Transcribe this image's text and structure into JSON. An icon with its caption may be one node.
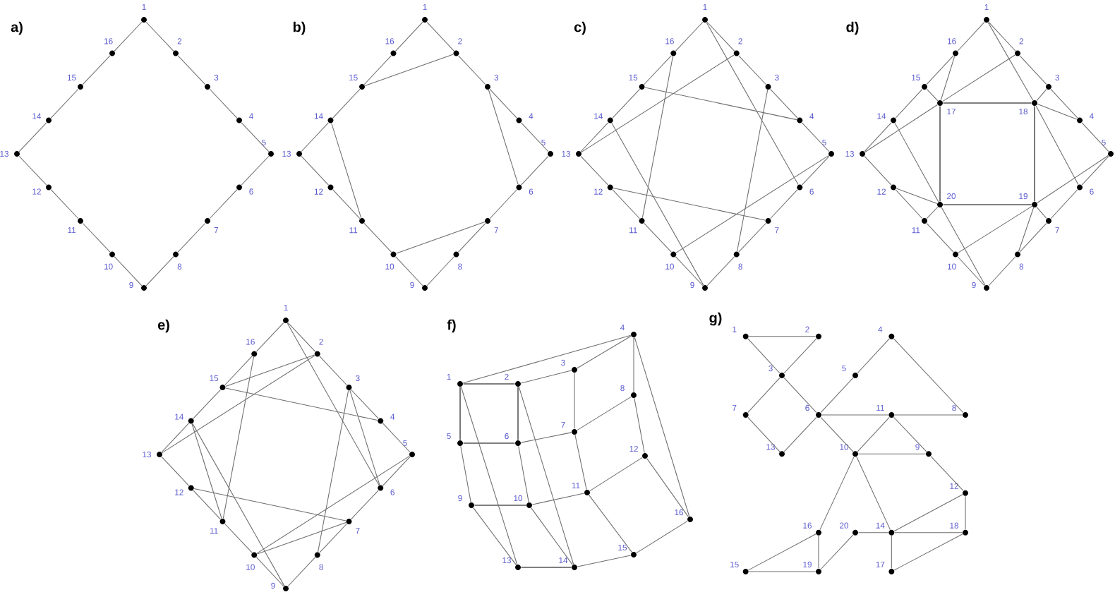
{
  "diagram": {
    "nodes": [
      {
        "text": [],
        "shape": "circle",
        "beside": [
          "1"
        ]
      },
      {
        "text": [],
        "shape": "circle",
        "beside": [
          "2"
        ]
      },
      {
        "text": [],
        "shape": "circle",
        "beside": [
          "3"
        ]
      },
      {
        "text": [],
        "shape": "circle",
        "beside": [
          "4"
        ]
      },
      {
        "text": [],
        "shape": "circle",
        "beside": [
          "5"
        ]
      },
      {
        "text": [],
        "shape": "circle",
        "beside": [
          "6"
        ]
      },
      {
        "text": [],
        "shape": "circle",
        "beside": [
          "7"
        ]
      },
      {
        "text": [],
        "shape": "circle",
        "beside": [
          "8"
        ]
      },
      {
        "text": [],
        "shape": "circle",
        "beside": [
          "9"
        ]
      },
      {
        "text": [],
        "shape": "circle",
        "beside": [
          "10"
        ]
      },
      {
        "text": [],
        "shape": "circle",
        "beside": [
          "11"
        ]
      },
      {
        "text": [],
        "shape": "circle",
        "beside": [
          "12"
        ]
      },
      {
        "text": [],
        "shape": "circle",
        "beside": [
          "13"
        ]
      },
      {
        "text": [],
        "shape": "circle",
        "beside": [
          "14"
        ]
      },
      {
        "text": [],
        "shape": "circle",
        "beside": [
          "15"
        ]
      },
      {
        "text": [],
        "shape": "circle",
        "beside": [
          "16"
        ]
      },
      {
        "text": [],
        "shape": "circle",
        "beside": [
          "1"
        ]
      },
      {
        "text": [],
        "shape": "circle",
        "beside": [
          "2"
        ]
      },
      {
        "text": [],
        "shape": "circle",
        "beside": [
          "3"
        ]
      },
      {
        "text": [],
        "shape": "circle",
        "beside": [
          "4"
        ]
      },
      {
        "text": [],
        "shape": "circle",
        "beside": [
          "5"
        ]
      },
      {
        "text": [],
        "shape": "circle",
        "beside": [
          "6"
        ]
      },
      {
        "text": [],
        "shape": "circle",
        "beside": [
          "7"
        ]
      },
      {
        "text": [],
        "shape": "circle",
        "beside": [
          "8"
        ]
      },
      {
        "text": [],
        "shape": "circle",
        "beside": [
          "9"
        ]
      },
      {
        "text": [],
        "shape": "circle",
        "beside": [
          "10"
        ]
      },
      {
        "text": [],
        "shape": "circle",
        "beside": [
          "11"
        ]
      },
      {
        "text": [],
        "shape": "circle",
        "beside": [
          "12"
        ]
      },
      {
        "text": [],
        "shape": "circle",
        "beside": [
          "13"
        ]
      },
      {
        "text": [],
        "shape": "circle",
        "beside": [
          "14"
        ]
      },
      {
        "text": [],
        "shape": "circle",
        "beside": [
          "15"
        ]
      },
      {
        "text": [],
        "shape": "circle",
        "beside": [
          "16"
        ]
      },
      {
        "text": [],
        "shape": "circle",
        "beside": [
          "1"
        ]
      },
      {
        "text": [],
        "shape": "circle",
        "beside": [
          "2"
        ]
      },
      {
        "text": [],
        "shape": "circle",
        "beside": [
          "3"
        ]
      },
      {
        "text": [],
        "shape": "circle",
        "beside": [
          "4"
        ]
      },
      {
        "text": [],
        "shape": "circle",
        "beside": [
          "5"
        ]
      },
      {
        "text": [],
        "shape": "circle",
        "beside": [
          "6"
        ]
      },
      {
        "text": [],
        "shape": "circle",
        "beside": [
          "7"
        ]
      },
      {
        "text": [],
        "shape": "circle",
        "beside": [
          "8"
        ]
      },
      {
        "text": [],
        "shape": "circle",
        "beside": [
          "9"
        ]
      },
      {
        "text": [],
        "shape": "circle",
        "beside": [
          "10"
        ]
      },
      {
        "text": [],
        "shape": "circle",
        "beside": [
          "11"
        ]
      },
      {
        "text": [],
        "shape": "circle",
        "beside": [
          "12"
        ]
      },
      {
        "text": [],
        "shape": "circle",
        "beside": [
          "13"
        ]
      },
      {
        "text": [],
        "shape": "circle",
        "beside": [
          "14"
        ]
      },
      {
        "text": [],
        "shape": "circle",
        "beside": [
          "15"
        ]
      },
      {
        "text": [],
        "shape": "circle",
        "beside": [
          "16"
        ]
      },
      {
        "text": [],
        "shape": "circle",
        "beside": [
          "1"
        ]
      },
      {
        "text": [],
        "shape": "circle",
        "beside": [
          "2"
        ]
      },
      {
        "text": [],
        "shape": "circle",
        "beside": [
          "3"
        ]
      },
      {
        "text": [],
        "shape": "circle",
        "beside": [
          "4"
        ]
      },
      {
        "text": [],
        "shape": "circle",
        "beside": [
          "5"
        ]
      },
      {
        "text": [],
        "shape": "circle",
        "beside": [
          "6"
        ]
      },
      {
        "text": [],
        "shape": "circle",
        "beside": [
          "7"
        ]
      },
      {
        "text": [],
        "shape": "circle",
        "beside": [
          "8"
        ]
      },
      {
        "text": [],
        "shape": "circle",
        "beside": [
          "9"
        ]
      },
      {
        "text": [],
        "shape": "circle",
        "beside": [
          "10"
        ]
      },
      {
        "text": [],
        "shape": "circle",
        "beside": [
          "11"
        ]
      },
      {
        "text": [],
        "shape": "circle",
        "beside": [
          "12"
        ]
      },
      {
        "text": [],
        "shape": "circle",
        "beside": [
          "13"
        ]
      },
      {
        "text": [],
        "shape": "circle",
        "beside": [
          "14"
        ]
      },
      {
        "text": [],
        "shape": "circle",
        "beside": [
          "15"
        ]
      },
      {
        "text": [],
        "shape": "circle",
        "beside": [
          "16"
        ]
      },
      {
        "text": [],
        "shape": "circle",
        "beside": [
          "17"
        ]
      },
      {
        "text": [],
        "shape": "circle",
        "beside": [
          "18"
        ]
      },
      {
        "text": [],
        "shape": "circle",
        "beside": [
          "19"
        ]
      },
      {
        "text": [],
        "shape": "circle",
        "beside": [
          "20"
        ]
      },
      {
        "text": [],
        "shape": "circle",
        "beside": [
          "1"
        ]
      },
      {
        "text": [],
        "shape": "circle",
        "beside": [
          "2"
        ]
      },
      {
        "text": [],
        "shape": "circle",
        "beside": [
          "3"
        ]
      },
      {
        "text": [],
        "shape": "circle",
        "beside": [
          "4"
        ]
      },
      {
        "text": [],
        "shape": "circle",
        "beside": [
          "5"
        ]
      },
      {
        "text": [],
        "shape": "circle",
        "beside": [
          "6"
        ]
      },
      {
        "text": [],
        "shape": "circle",
        "beside": [
          "7"
        ]
      },
      {
        "text": [],
        "shape": "circle",
        "beside": [
          "8"
        ]
      },
      {
        "text": [],
        "shape": "circle",
        "beside": [
          "9"
        ]
      },
      {
        "text": [],
        "shape": "circle",
        "beside": [
          "10"
        ]
      },
      {
        "text": [],
        "shape": "circle",
        "beside": [
          "11"
        ]
      },
      {
        "text": [],
        "shape": "circle",
        "beside": [
          "12"
        ]
      },
      {
        "text": [],
        "shape": "circle",
        "beside": [
          "13"
        ]
      },
      {
        "text": [],
        "shape": "circle",
        "beside": [
          "14"
        ]
      },
      {
        "text": [],
        "shape": "circle",
        "beside": [
          "15"
        ]
      },
      {
        "text": [],
        "shape": "circle",
        "beside": [
          "16"
        ]
      },
      {
        "text": [],
        "shape": "circle",
        "beside": [
          "1"
        ]
      },
      {
        "text": [],
        "shape": "circle",
        "beside": [
          "2"
        ]
      },
      {
        "text": [],
        "shape": "circle",
        "beside": [
          "3"
        ]
      },
      {
        "text": [],
        "shape": "circle",
        "beside": [
          "4"
        ]
      },
      {
        "text": [],
        "shape": "circle",
        "beside": [
          "5"
        ]
      },
      {
        "text": [],
        "shape": "circle",
        "beside": [
          "6"
        ]
      },
      {
        "text": [],
        "shape": "circle",
        "beside": [
          "7"
        ]
      },
      {
        "text": [],
        "shape": "circle",
        "beside": [
          "8"
        ]
      },
      {
        "text": [],
        "shape": "circle",
        "beside": [
          "9"
        ]
      },
      {
        "text": [],
        "shape": "circle",
        "beside": [
          "10"
        ]
      },
      {
        "text": [],
        "shape": "circle",
        "beside": [
          "11"
        ]
      },
      {
        "text": [],
        "shape": "circle",
        "beside": [
          "12"
        ]
      },
      {
        "text": [],
        "shape": "circle",
        "beside": [
          "13"
        ]
      },
      {
        "text": [],
        "shape": "circle",
        "beside": [
          "14"
        ]
      },
      {
        "text": [],
        "shape": "circle",
        "beside": [
          "15"
        ]
      },
      {
        "text": [],
        "shape": "circle",
        "beside": [
          "16"
        ]
      },
      {
        "text": [],
        "shape": "circle",
        "beside": [
          "1"
        ]
      },
      {
        "text": [],
        "shape": "circle",
        "beside": [
          "2"
        ]
      },
      {
        "text": [],
        "shape": "circle",
        "beside": [
          "4"
        ]
      },
      {
        "text": [],
        "shape": "circle",
        "beside": [
          "3"
        ]
      },
      {
        "text": [],
        "shape": "circle",
        "beside": [
          "5"
        ]
      },
      {
        "text": [],
        "shape": "circle",
        "beside": [
          "7"
        ]
      },
      {
        "text": [],
        "shape": "circle",
        "beside": [
          "6"
        ]
      },
      {
        "text": [],
        "shape": "circle",
        "beside": [
          "11"
        ]
      },
      {
        "text": [],
        "shape": "circle",
        "beside": [
          "8"
        ]
      },
      {
        "text": [],
        "shape": "circle",
        "beside": [
          "13"
        ]
      },
      {
        "text": [],
        "shape": "circle",
        "beside": [
          "10"
        ]
      },
      {
        "text": [],
        "shape": "circle",
        "beside": [
          "9"
        ]
      },
      {
        "text": [],
        "shape": "circle",
        "beside": [
          "12"
        ]
      },
      {
        "text": [],
        "shape": "circle",
        "beside": [
          "16"
        ]
      },
      {
        "text": [],
        "shape": "circle",
        "beside": [
          "20"
        ]
      },
      {
        "text": [],
        "shape": "circle",
        "beside": [
          "14"
        ]
      },
      {
        "text": [],
        "shape": "circle",
        "beside": [
          "18"
        ]
      },
      {
        "text": [],
        "shape": "circle",
        "beside": [
          "15"
        ]
      },
      {
        "text": [],
        "shape": "circle",
        "beside": [
          "19"
        ]
      },
      {
        "text": [],
        "shape": "circle",
        "beside": [
          "17"
        ]
      }
    ],
    "edges": [
      {
        "from": 0,
        "to": 1,
        "arrow": "none"
      },
      {
        "from": 1,
        "to": 2,
        "arrow": "none"
      },
      {
        "from": 2,
        "to": 3,
        "arrow": "none"
      },
      {
        "from": 3,
        "to": 4,
        "arrow": "none"
      },
      {
        "from": 4,
        "to": 5,
        "arrow": "none"
      },
      {
        "from": 5,
        "to": 6,
        "arrow": "none"
      },
      {
        "from": 6,
        "to": 7,
        "arrow": "none"
      },
      {
        "from": 7,
        "to": 8,
        "arrow": "none"
      },
      {
        "from": 8,
        "to": 9,
        "arrow": "none"
      },
      {
        "from": 9,
        "to": 10,
        "arrow": "none"
      },
      {
        "from": 10,
        "to": 11,
        "arrow": "none"
      },
      {
        "from": 11,
        "to": 12,
        "arrow": "none"
      },
      {
        "from": 12,
        "to": 13,
        "arrow": "none"
      },
      {
        "from": 13,
        "to": 14,
        "arrow": "none"
      },
      {
        "from": 14,
        "to": 15,
        "arrow": "none"
      },
      {
        "from": 15,
        "to": 0,
        "arrow": "none"
      },
      {
        "from": 16,
        "to": 17,
        "arrow": "none"
      },
      {
        "from": 17,
        "to": 18,
        "arrow": "none"
      },
      {
        "from": 18,
        "to": 19,
        "arrow": "none"
      },
      {
        "from": 19,
        "to": 20,
        "arrow": "none"
      },
      {
        "from": 20,
        "to": 21,
        "arrow": "none"
      },
      {
        "from": 21,
        "to": 22,
        "arrow": "none"
      },
      {
        "from": 22,
        "to": 23,
        "arrow": "none"
      },
      {
        "from": 23,
        "to": 24,
        "arrow": "none"
      },
      {
        "from": 24,
        "to": 25,
        "arrow": "none"
      },
      {
        "from": 25,
        "to": 26,
        "arrow": "none"
      },
      {
        "from": 26,
        "to": 27,
        "arrow": "none"
      },
      {
        "from": 27,
        "to": 28,
        "arrow": "none"
      },
      {
        "from": 28,
        "to": 29,
        "arrow": "none"
      },
      {
        "from": 29,
        "to": 30,
        "arrow": "none"
      },
      {
        "from": 30,
        "to": 31,
        "arrow": "none"
      },
      {
        "from": 31,
        "to": 16,
        "arrow": "none"
      },
      {
        "from": 17,
        "to": 30,
        "arrow": "none"
      },
      {
        "from": 18,
        "to": 21,
        "arrow": "none"
      },
      {
        "from": 22,
        "to": 25,
        "arrow": "none"
      },
      {
        "from": 26,
        "to": 29,
        "arrow": "none"
      },
      {
        "from": 32,
        "to": 33,
        "arrow": "none"
      },
      {
        "from": 33,
        "to": 34,
        "arrow": "none"
      },
      {
        "from": 34,
        "to": 35,
        "arrow": "none"
      },
      {
        "from": 35,
        "to": 36,
        "arrow": "none"
      },
      {
        "from": 36,
        "to": 37,
        "arrow": "none"
      },
      {
        "from": 37,
        "to": 38,
        "arrow": "none"
      },
      {
        "from": 38,
        "to": 39,
        "arrow": "none"
      },
      {
        "from": 39,
        "to": 40,
        "arrow": "none"
      },
      {
        "from": 40,
        "to": 41,
        "arrow": "none"
      },
      {
        "from": 41,
        "to": 42,
        "arrow": "none"
      },
      {
        "from": 42,
        "to": 43,
        "arrow": "none"
      },
      {
        "from": 43,
        "to": 44,
        "arrow": "none"
      },
      {
        "from": 44,
        "to": 45,
        "arrow": "none"
      },
      {
        "from": 45,
        "to": 46,
        "arrow": "none"
      },
      {
        "from": 46,
        "to": 47,
        "arrow": "none"
      },
      {
        "from": 47,
        "to": 32,
        "arrow": "none"
      },
      {
        "from": 32,
        "to": 37,
        "arrow": "none"
      },
      {
        "from": 36,
        "to": 41,
        "arrow": "none"
      },
      {
        "from": 40,
        "to": 45,
        "arrow": "none"
      },
      {
        "from": 44,
        "to": 33,
        "arrow": "none"
      },
      {
        "from": 47,
        "to": 42,
        "arrow": "none"
      },
      {
        "from": 35,
        "to": 46,
        "arrow": "none"
      },
      {
        "from": 39,
        "to": 34,
        "arrow": "none"
      },
      {
        "from": 43,
        "to": 38,
        "arrow": "none"
      },
      {
        "from": 48,
        "to": 49,
        "arrow": "none"
      },
      {
        "from": 49,
        "to": 50,
        "arrow": "none"
      },
      {
        "from": 50,
        "to": 51,
        "arrow": "none"
      },
      {
        "from": 51,
        "to": 52,
        "arrow": "none"
      },
      {
        "from": 52,
        "to": 53,
        "arrow": "none"
      },
      {
        "from": 53,
        "to": 54,
        "arrow": "none"
      },
      {
        "from": 54,
        "to": 55,
        "arrow": "none"
      },
      {
        "from": 55,
        "to": 56,
        "arrow": "none"
      },
      {
        "from": 56,
        "to": 57,
        "arrow": "none"
      },
      {
        "from": 57,
        "to": 58,
        "arrow": "none"
      },
      {
        "from": 58,
        "to": 59,
        "arrow": "none"
      },
      {
        "from": 59,
        "to": 60,
        "arrow": "none"
      },
      {
        "from": 60,
        "to": 61,
        "arrow": "none"
      },
      {
        "from": 61,
        "to": 62,
        "arrow": "none"
      },
      {
        "from": 62,
        "to": 63,
        "arrow": "none"
      },
      {
        "from": 63,
        "to": 48,
        "arrow": "none"
      },
      {
        "from": 48,
        "to": 65,
        "arrow": "none"
      },
      {
        "from": 65,
        "to": 53,
        "arrow": "none"
      },
      {
        "from": 52,
        "to": 66,
        "arrow": "none"
      },
      {
        "from": 66,
        "to": 57,
        "arrow": "none"
      },
      {
        "from": 56,
        "to": 67,
        "arrow": "none"
      },
      {
        "from": 67,
        "to": 61,
        "arrow": "none"
      },
      {
        "from": 60,
        "to": 64,
        "arrow": "none"
      },
      {
        "from": 64,
        "to": 49,
        "arrow": "none"
      },
      {
        "from": 64,
        "to": 65,
        "arrow": "none",
        "color": "#000000"
      },
      {
        "from": 65,
        "to": 66,
        "arrow": "none",
        "color": "#000000"
      },
      {
        "from": 66,
        "to": 67,
        "arrow": "none",
        "color": "#000000"
      },
      {
        "from": 67,
        "to": 64,
        "arrow": "none",
        "color": "#000000"
      },
      {
        "from": 63,
        "to": 64,
        "arrow": "none"
      },
      {
        "from": 62,
        "to": 64,
        "arrow": "none"
      },
      {
        "from": 51,
        "to": 65,
        "arrow": "none"
      },
      {
        "from": 50,
        "to": 65,
        "arrow": "none"
      },
      {
        "from": 55,
        "to": 66,
        "arrow": "none"
      },
      {
        "from": 54,
        "to": 66,
        "arrow": "none"
      },
      {
        "from": 59,
        "to": 67,
        "arrow": "none"
      },
      {
        "from": 58,
        "to": 67,
        "arrow": "none"
      },
      {
        "from": 68,
        "to": 69,
        "arrow": "none"
      },
      {
        "from": 69,
        "to": 70,
        "arrow": "none"
      },
      {
        "from": 70,
        "to": 71,
        "arrow": "none"
      },
      {
        "from": 71,
        "to": 72,
        "arrow": "none"
      },
      {
        "from": 72,
        "to": 73,
        "arrow": "none"
      },
      {
        "from": 73,
        "to": 74,
        "arrow": "none"
      },
      {
        "from": 74,
        "to": 75,
        "arrow": "none"
      },
      {
        "from": 75,
        "to": 76,
        "arrow": "none"
      },
      {
        "from": 76,
        "to": 77,
        "arrow": "none"
      },
      {
        "from": 77,
        "to": 78,
        "arrow": "none"
      },
      {
        "from": 78,
        "to": 79,
        "arrow": "none"
      },
      {
        "from": 79,
        "to": 80,
        "arrow": "none"
      },
      {
        "from": 80,
        "to": 81,
        "arrow": "none"
      },
      {
        "from": 81,
        "to": 82,
        "arrow": "none"
      },
      {
        "from": 82,
        "to": 83,
        "arrow": "none"
      },
      {
        "from": 83,
        "to": 68,
        "arrow": "none"
      },
      {
        "from": 68,
        "to": 73,
        "arrow": "none"
      },
      {
        "from": 72,
        "to": 77,
        "arrow": "none"
      },
      {
        "from": 76,
        "to": 81,
        "arrow": "none"
      },
      {
        "from": 80,
        "to": 69,
        "arrow": "none"
      },
      {
        "from": 83,
        "to": 78,
        "arrow": "none"
      },
      {
        "from": 71,
        "to": 82,
        "arrow": "none"
      },
      {
        "from": 75,
        "to": 70,
        "arrow": "none"
      },
      {
        "from": 79,
        "to": 74,
        "arrow": "none"
      },
      {
        "from": 69,
        "to": 82,
        "arrow": "none"
      },
      {
        "from": 70,
        "to": 73,
        "arrow": "none"
      },
      {
        "from": 74,
        "to": 77,
        "arrow": "none"
      },
      {
        "from": 78,
        "to": 81,
        "arrow": "none"
      },
      {
        "from": 84,
        "to": 85,
        "arrow": "none",
        "color": "#000000"
      },
      {
        "from": 85,
        "to": 86,
        "arrow": "none"
      },
      {
        "from": 86,
        "to": 87,
        "arrow": "none"
      },
      {
        "from": 88,
        "to": 89,
        "arrow": "none",
        "color": "#000000"
      },
      {
        "from": 89,
        "to": 90,
        "arrow": "none"
      },
      {
        "from": 90,
        "to": 91,
        "arrow": "none"
      },
      {
        "from": 92,
        "to": 93,
        "arrow": "none",
        "color": "#000000"
      },
      {
        "from": 93,
        "to": 94,
        "arrow": "none"
      },
      {
        "from": 94,
        "to": 95,
        "arrow": "none"
      },
      {
        "from": 96,
        "to": 97,
        "arrow": "none",
        "color": "#000000"
      },
      {
        "from": 97,
        "to": 98,
        "arrow": "none"
      },
      {
        "from": 98,
        "to": 99,
        "arrow": "none"
      },
      {
        "from": 84,
        "to": 88,
        "arrow": "none",
        "color": "#000000"
      },
      {
        "from": 88,
        "to": 92,
        "arrow": "none"
      },
      {
        "from": 92,
        "to": 96,
        "arrow": "none"
      },
      {
        "from": 85,
        "to": 89,
        "arrow": "none",
        "color": "#000000"
      },
      {
        "from": 89,
        "to": 93,
        "arrow": "none"
      },
      {
        "from": 93,
        "to": 97,
        "arrow": "none"
      },
      {
        "from": 86,
        "to": 90,
        "arrow": "none"
      },
      {
        "from": 90,
        "to": 94,
        "arrow": "none"
      },
      {
        "from": 94,
        "to": 98,
        "arrow": "none"
      },
      {
        "from": 87,
        "to": 91,
        "arrow": "none"
      },
      {
        "from": 91,
        "to": 95,
        "arrow": "none"
      },
      {
        "from": 95,
        "to": 99,
        "arrow": "none"
      },
      {
        "from": 84,
        "to": 87,
        "arrow": "none"
      },
      {
        "from": 87,
        "to": 99,
        "arrow": "none"
      },
      {
        "from": 84,
        "to": 96,
        "arrow": "none"
      },
      {
        "from": 85,
        "to": 97,
        "arrow": "none"
      },
      {
        "from": 100,
        "to": 101,
        "arrow": "none"
      },
      {
        "from": 100,
        "to": 103,
        "arrow": "none"
      },
      {
        "from": 101,
        "to": 103,
        "arrow": "none"
      },
      {
        "from": 103,
        "to": 105,
        "arrow": "none"
      },
      {
        "from": 103,
        "to": 106,
        "arrow": "none"
      },
      {
        "from": 105,
        "to": 109,
        "arrow": "none"
      },
      {
        "from": 109,
        "to": 106,
        "arrow": "none"
      },
      {
        "from": 106,
        "to": 104,
        "arrow": "none"
      },
      {
        "from": 104,
        "to": 102,
        "arrow": "none"
      },
      {
        "from": 102,
        "to": 108,
        "arrow": "none"
      },
      {
        "from": 106,
        "to": 107,
        "arrow": "none"
      },
      {
        "from": 107,
        "to": 108,
        "arrow": "none"
      },
      {
        "from": 106,
        "to": 110,
        "arrow": "none"
      },
      {
        "from": 107,
        "to": 110,
        "arrow": "none"
      },
      {
        "from": 107,
        "to": 111,
        "arrow": "none"
      },
      {
        "from": 110,
        "to": 111,
        "arrow": "none"
      },
      {
        "from": 111,
        "to": 112,
        "arrow": "none"
      },
      {
        "from": 110,
        "to": 113,
        "arrow": "none"
      },
      {
        "from": 110,
        "to": 115,
        "arrow": "none"
      },
      {
        "from": 112,
        "to": 116,
        "arrow": "none"
      },
      {
        "from": 112,
        "to": 115,
        "arrow": "none"
      },
      {
        "from": 115,
        "to": 116,
        "arrow": "none"
      },
      {
        "from": 114,
        "to": 115,
        "arrow": "none"
      },
      {
        "from": 115,
        "to": 119,
        "arrow": "none"
      },
      {
        "from": 119,
        "to": 116,
        "arrow": "none"
      },
      {
        "from": 113,
        "to": 117,
        "arrow": "none"
      },
      {
        "from": 113,
        "to": 118,
        "arrow": "none"
      },
      {
        "from": 117,
        "to": 118,
        "arrow": "none"
      },
      {
        "from": 118,
        "to": 114,
        "arrow": "none"
      }
    ],
    "labels": [
      "a)",
      "b)",
      "c)",
      "d)",
      "e)",
      "f)",
      "g)"
    ]
  }
}
